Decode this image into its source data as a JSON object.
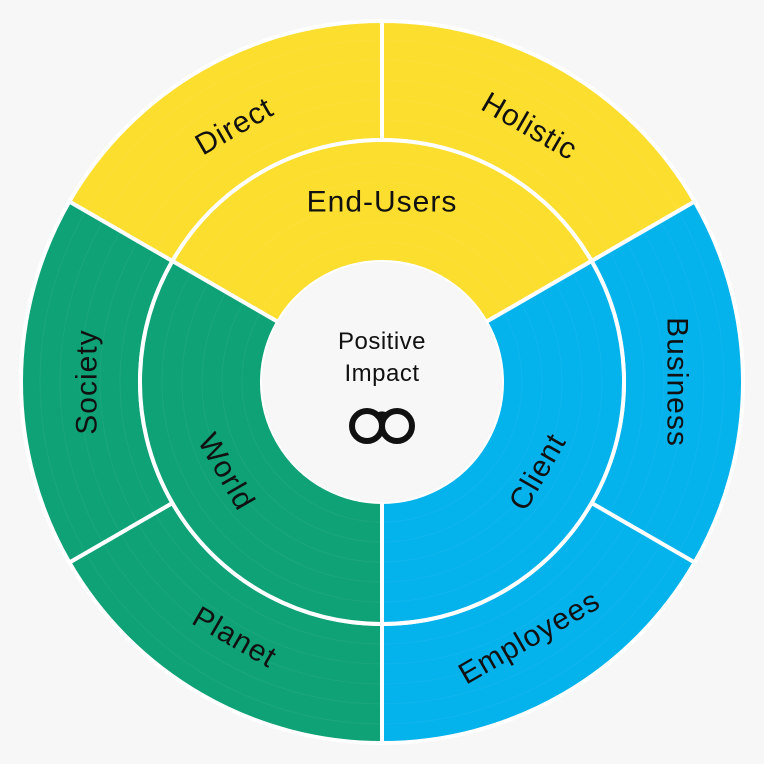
{
  "colors": {
    "background": "#f7f7f7",
    "yellow": "#fcde2f",
    "green": "#0fa276",
    "blue": "#04b2ec",
    "divider": "#ffffff",
    "text": "#111111"
  },
  "center": {
    "line1": "Positive",
    "line2": "Impact",
    "icon": "glasses-icon"
  },
  "inner": [
    {
      "id": "end-users",
      "label": "End-Users",
      "color": "yellow",
      "start": -60,
      "end": 60
    },
    {
      "id": "client",
      "label": "Client",
      "color": "blue",
      "start": 60,
      "end": 180
    },
    {
      "id": "world",
      "label": "World",
      "color": "green",
      "start": 180,
      "end": 300
    }
  ],
  "outer": [
    {
      "id": "holistic",
      "label": "Holistic",
      "color": "yellow",
      "start": 0,
      "end": 60
    },
    {
      "id": "business",
      "label": "Business",
      "color": "blue",
      "start": 60,
      "end": 120
    },
    {
      "id": "employees",
      "label": "Employees",
      "color": "blue",
      "start": 120,
      "end": 180
    },
    {
      "id": "planet",
      "label": "Planet",
      "color": "green",
      "start": 180,
      "end": 240
    },
    {
      "id": "society",
      "label": "Society",
      "color": "green",
      "start": 240,
      "end": 300
    },
    {
      "id": "direct",
      "label": "Direct",
      "color": "yellow",
      "start": 300,
      "end": 360
    }
  ]
}
